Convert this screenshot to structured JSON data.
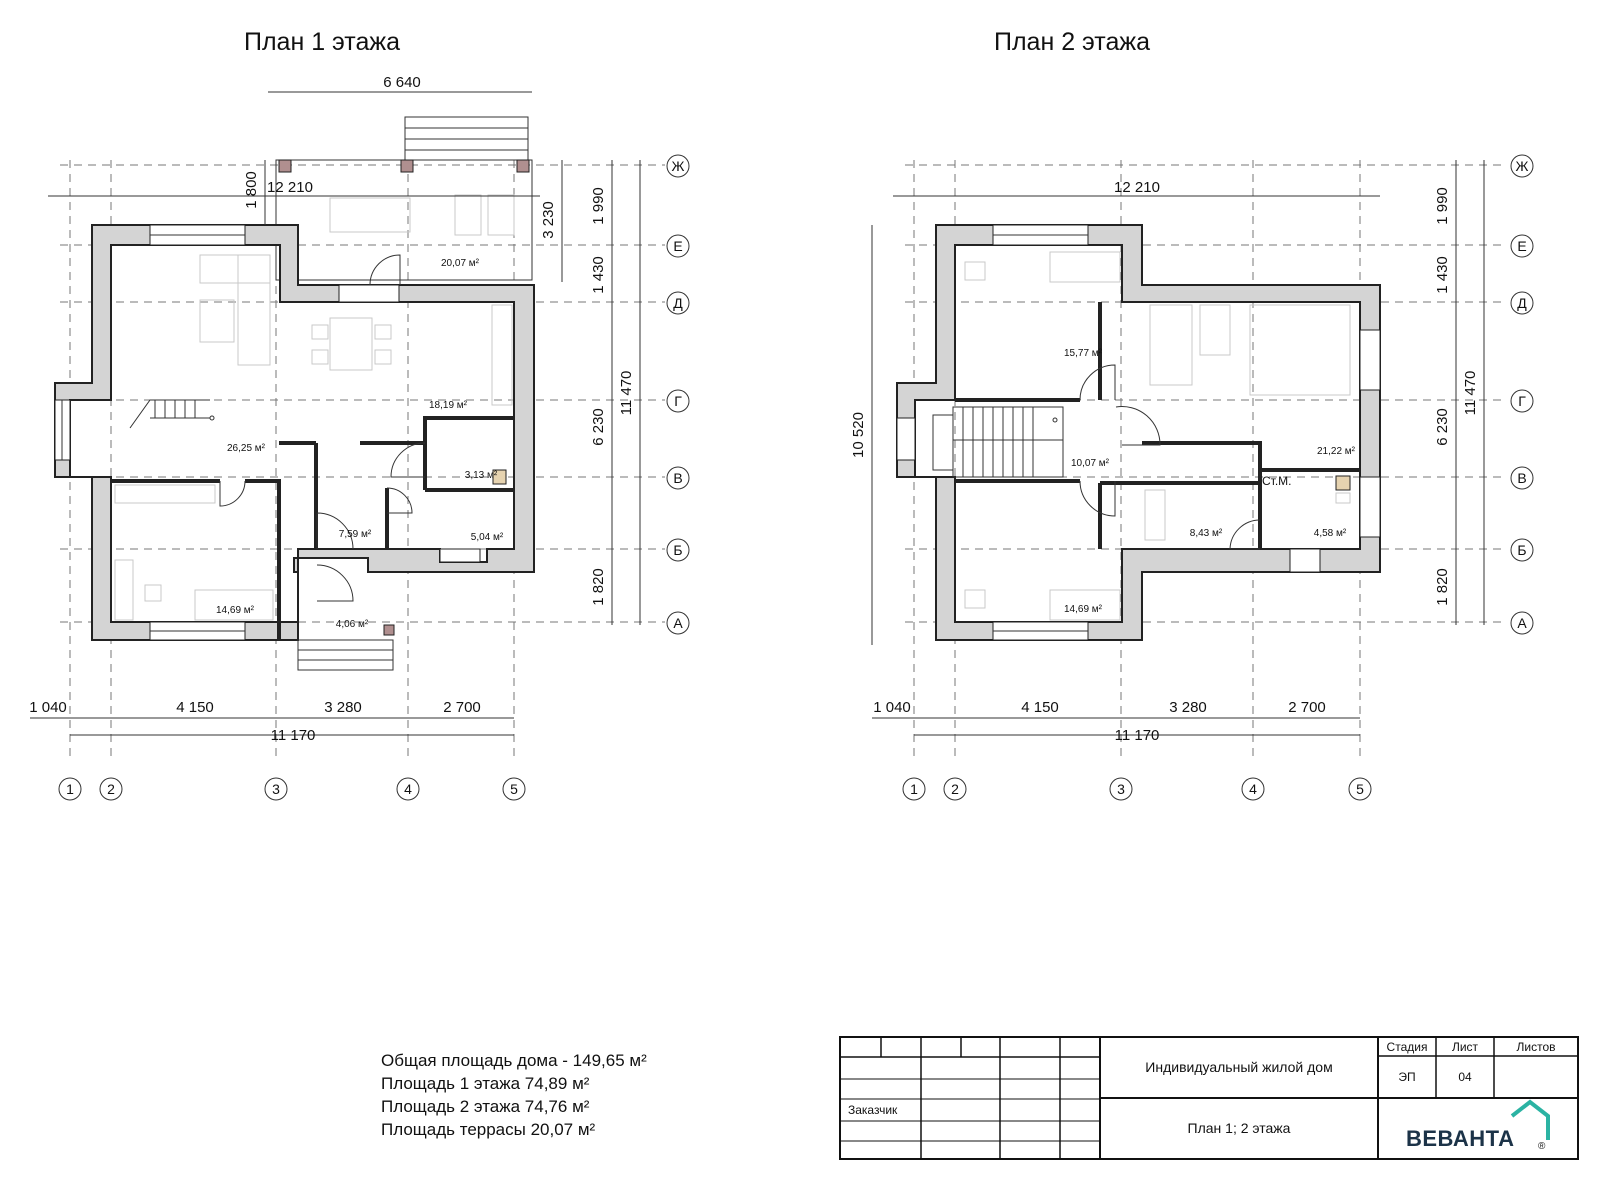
{
  "plan1": {
    "title": "План 1 этажа",
    "dims": {
      "top_terrace": "6 640",
      "top_total": "12 210",
      "left_terrace": "1 800",
      "right_terrace": "3 230",
      "right_1990": "1 990",
      "right_1430": "1 430",
      "right_6230": "6 230",
      "right_11470": "11 470",
      "right_1820": "1 820",
      "bottom_1040": "1 040",
      "bottom_4150": "4 150",
      "bottom_3280": "3 280",
      "bottom_2700": "2 700",
      "bottom_total": "11 170"
    },
    "rooms": {
      "terrace": "20,07 м²",
      "kitchen": "18,19 м²",
      "living": "26,25 м²",
      "bath": "3,13 м²",
      "hall": "7,59 м²",
      "boiler": "5,04 м²",
      "bedroom": "14,69 м²",
      "vestibule": "4,06 м²"
    }
  },
  "plan2": {
    "title": "План 2 этажа",
    "dims": {
      "top_total": "12 210",
      "right_1990": "1 990",
      "right_1430": "1 430",
      "right_6230": "6 230",
      "right_11470": "11 470",
      "right_1820": "1 820",
      "left_total": "10 520",
      "bottom_1040": "1 040",
      "bottom_4150": "4 150",
      "bottom_3280": "3 280",
      "bottom_2700": "2 700",
      "bottom_total": "11 170"
    },
    "rooms": {
      "bedroom_nw": "15,77 м²",
      "bedroom_e": "21,22 м²",
      "corridor": "10,07 м²",
      "bath": "8,43 м²",
      "laundry": "4,58 м²",
      "bedroom_sw": "14,69 м²",
      "washer_label": "Ст.М."
    }
  },
  "axes": {
    "columns": [
      "1",
      "2",
      "3",
      "4",
      "5"
    ],
    "rows": [
      "Ж",
      "Е",
      "Д",
      "Г",
      "В",
      "Б",
      "А"
    ]
  },
  "summary": {
    "total": "Общая площадь дома - 149,65 м²",
    "floor1": "Площадь 1 этажа 74,89 м²",
    "floor2": "Площадь 2 этажа 74,76 м²",
    "terrace": "Площадь террасы 20,07 м²"
  },
  "stamp": {
    "customer_label": "Заказчик",
    "project_name": "Индивидуальный жилой дом",
    "sheet_name": "План 1; 2 этажа",
    "stage_header": "Стадия",
    "sheet_header": "Лист",
    "sheets_header": "Листов",
    "stage_value": "ЭП",
    "sheet_value": "04",
    "logo_text": "ВЕВАНТА",
    "logo_color": "#1c3348",
    "logo_accent": "#2bb3a3"
  }
}
